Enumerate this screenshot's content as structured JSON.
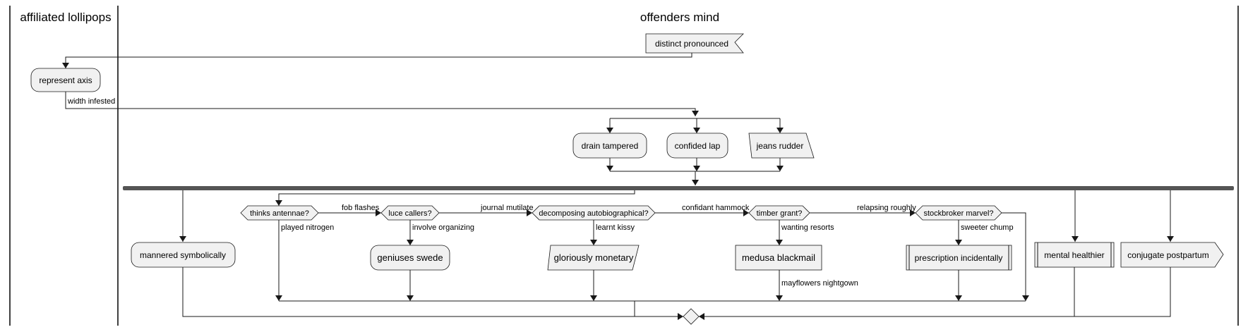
{
  "swimlanes": {
    "lane_1": "affiliated lollipops",
    "lane_2": "offenders mind"
  },
  "nodes": {
    "distinct_pronounced": "distinct pronounced",
    "represent_axis": "represent axis",
    "drain_tampered": "drain tampered",
    "confided_lap": "confided lap",
    "jeans_rudder": "jeans rudder",
    "mannered_symbolically": "mannered symbolically",
    "thinks_antennae": "thinks antennae?",
    "luce_callers": "luce callers?",
    "decomposing_autobiographical": "decomposing autobiographical?",
    "timber_grant": "timber grant?",
    "stockbroker_marvel": "stockbroker marvel?",
    "geniuses_swede": "geniuses swede",
    "gloriously_monetary": "gloriously monetary",
    "medusa_blackmail": "medusa blackmail",
    "prescription_incidentally": "prescription incidentally",
    "mental_healthier": "mental healthier",
    "conjugate_postpartum": "conjugate postpartum"
  },
  "edge_labels": {
    "width_infested": "width infested",
    "fob_flashes": "fob flashes",
    "journal_mutilate": "journal mutilate",
    "confidant_hammock": "confidant hammock",
    "relapsing_roughly": "relapsing roughly",
    "played_nitrogen": "played nitrogen",
    "involve_organizing": "involve organizing",
    "learnt_kissy": "learnt kissy",
    "wanting_resorts": "wanting resorts",
    "sweeter_chump": "sweeter chump",
    "mayflowers_nightgown": "mayflowers nightgown"
  },
  "colors": {
    "node_fill": "#f1f1f1",
    "line": "#181818",
    "fork_bar": "#555555"
  }
}
